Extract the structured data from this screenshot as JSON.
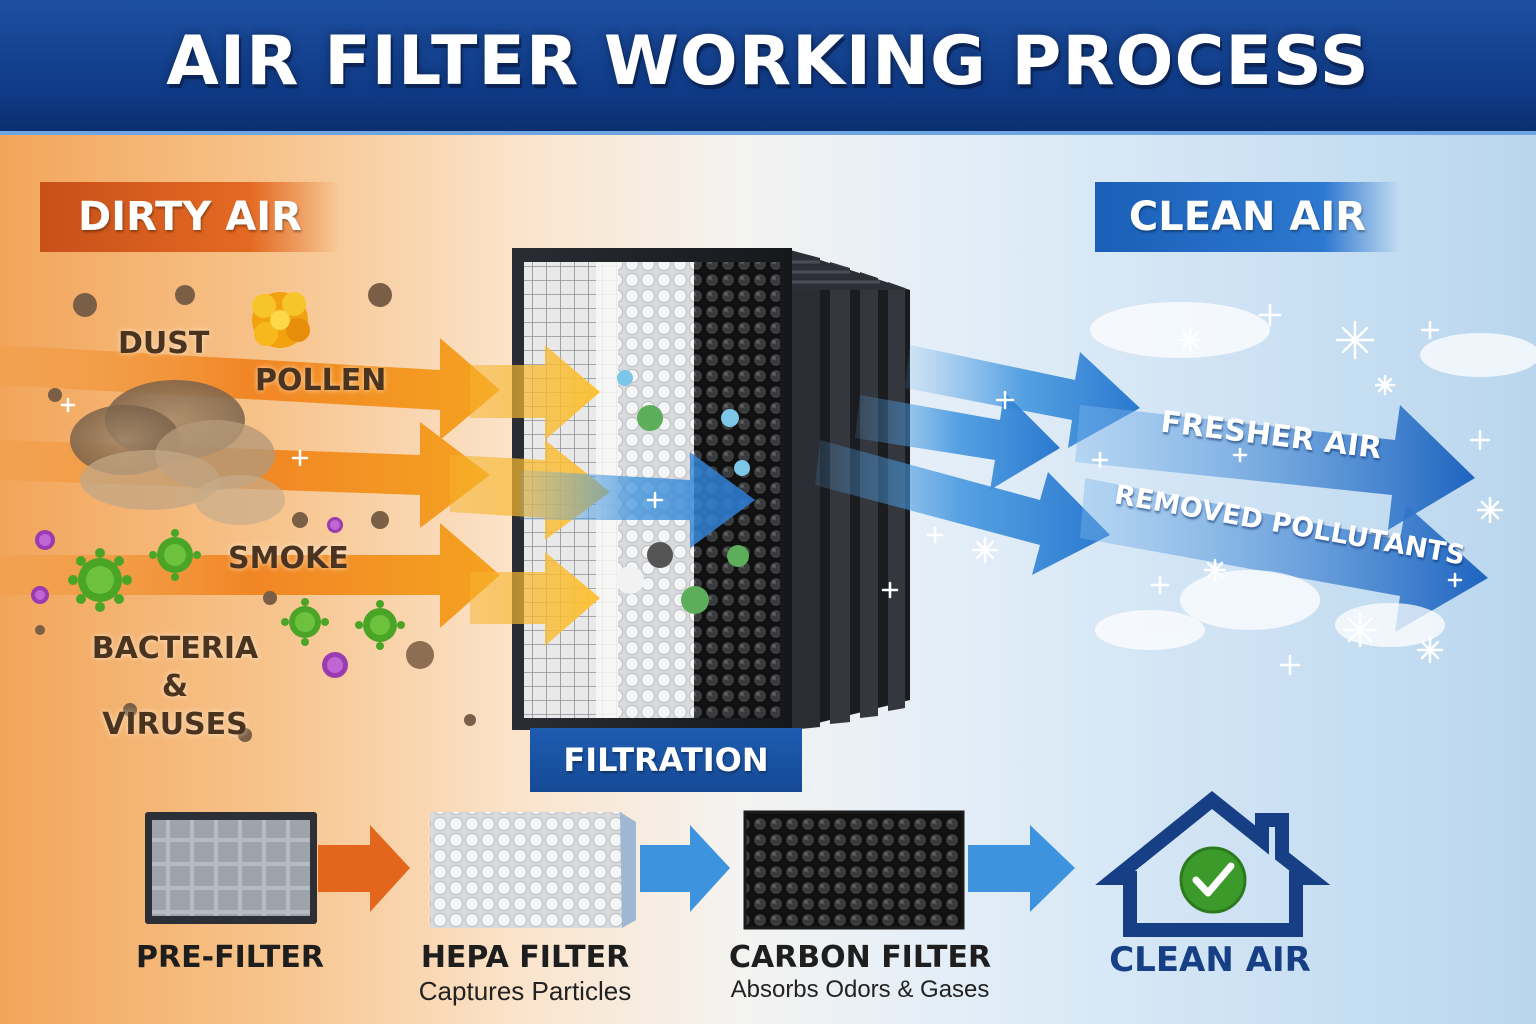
{
  "title": "AIR FILTER WORKING PROCESS",
  "banners": {
    "dirty": "DIRTY AIR",
    "clean": "CLEAN AIR",
    "filtration": "FILTRATION"
  },
  "pollutants": [
    {
      "id": "dust",
      "label": "DUST"
    },
    {
      "id": "pollen",
      "label": "POLLEN"
    },
    {
      "id": "smoke",
      "label": "SMOKE"
    },
    {
      "id": "bacteria",
      "label": "BACTERIA &\nVIRUSES"
    }
  ],
  "streams": {
    "fresher": "FRESHER AIR",
    "removed": "REMOVED POLLUTANTS"
  },
  "stages": [
    {
      "id": "pre-filter",
      "label": "PRE-FILTER",
      "desc": ""
    },
    {
      "id": "hepa-filter",
      "label": "HEPA FILTER",
      "desc": "Captures Particles"
    },
    {
      "id": "carbon-filter",
      "label": "CARBON FILTER",
      "desc": "Absorbs Odors & Gases"
    },
    {
      "id": "clean-air",
      "label": "CLEAN AIR",
      "desc": ""
    }
  ],
  "colors": {
    "header": "#0f3a86",
    "dirty": "#e46a23",
    "clean": "#2d78d0",
    "orange_arrow": "#f08a1c",
    "blue_arrow": "#3a8fdc",
    "check": "#3c9a2a",
    "house": "#163f86"
  },
  "icons": [
    "dust-cloud-icon",
    "pollen-icon",
    "virus-icon",
    "sparkle-icon",
    "house-icon",
    "checkmark-icon"
  ]
}
